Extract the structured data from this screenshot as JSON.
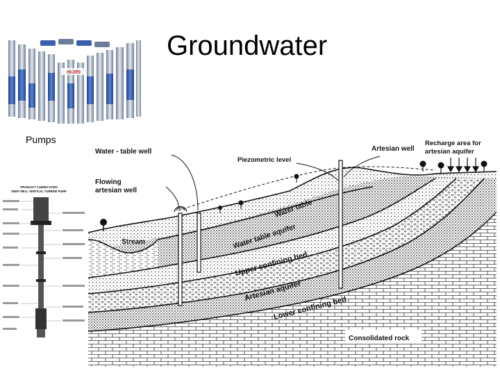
{
  "slide": {
    "title": "Groundwater",
    "pumps_caption": "Pumps"
  },
  "pump_photo": {
    "logo_text": "HIJIRI"
  },
  "turbine_sheet": {
    "heading_line1": "PRODUCT LUBRICATED",
    "heading_line2": "DEEP WELL VERTICAL TURBINE PUMP"
  },
  "diagram": {
    "labels": {
      "water_table_well": "Water - table well",
      "artesian_well": "Artesian well",
      "recharge_area_line1": "Recharge area for",
      "recharge_area_line2": "artesian aquifer",
      "piezometric_level": "Piezometric level",
      "flowing_artesian_well_line1": "Flowing",
      "flowing_artesian_well_line2": "artesian well",
      "stream": "Stream",
      "water_table": "Water table",
      "water_table_aquifer": "Water table aquifer",
      "upper_confining_bed": "Upper confining bed",
      "artesian_aquifer": "Artesian aquifer",
      "lower_confining_bed": "Lower confining bed",
      "consolidated_rock": "Consolidated rock"
    }
  }
}
